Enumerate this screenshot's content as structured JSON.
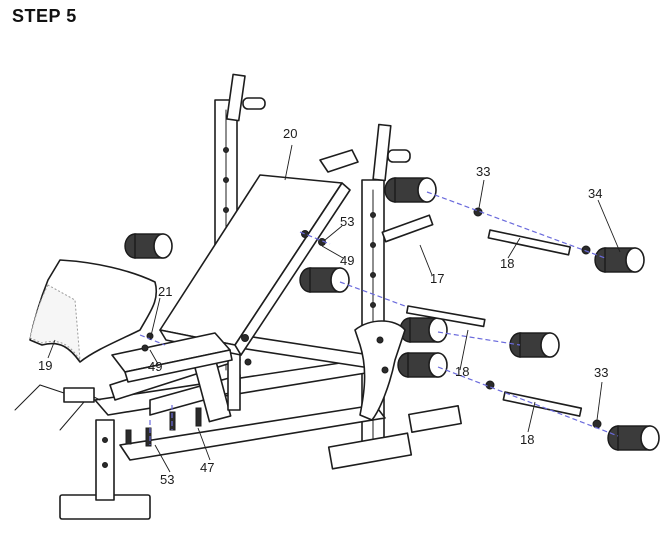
{
  "step_title": "STEP 5",
  "callouts": {
    "c20": "20",
    "c33a": "33",
    "c34": "34",
    "c53a": "53",
    "c49a": "49",
    "c17": "17",
    "c18a": "18",
    "c21": "21",
    "c19": "19",
    "c49b": "49",
    "c18b": "18",
    "c33b": "33",
    "c18c": "18",
    "c53b": "53",
    "c47": "47"
  }
}
